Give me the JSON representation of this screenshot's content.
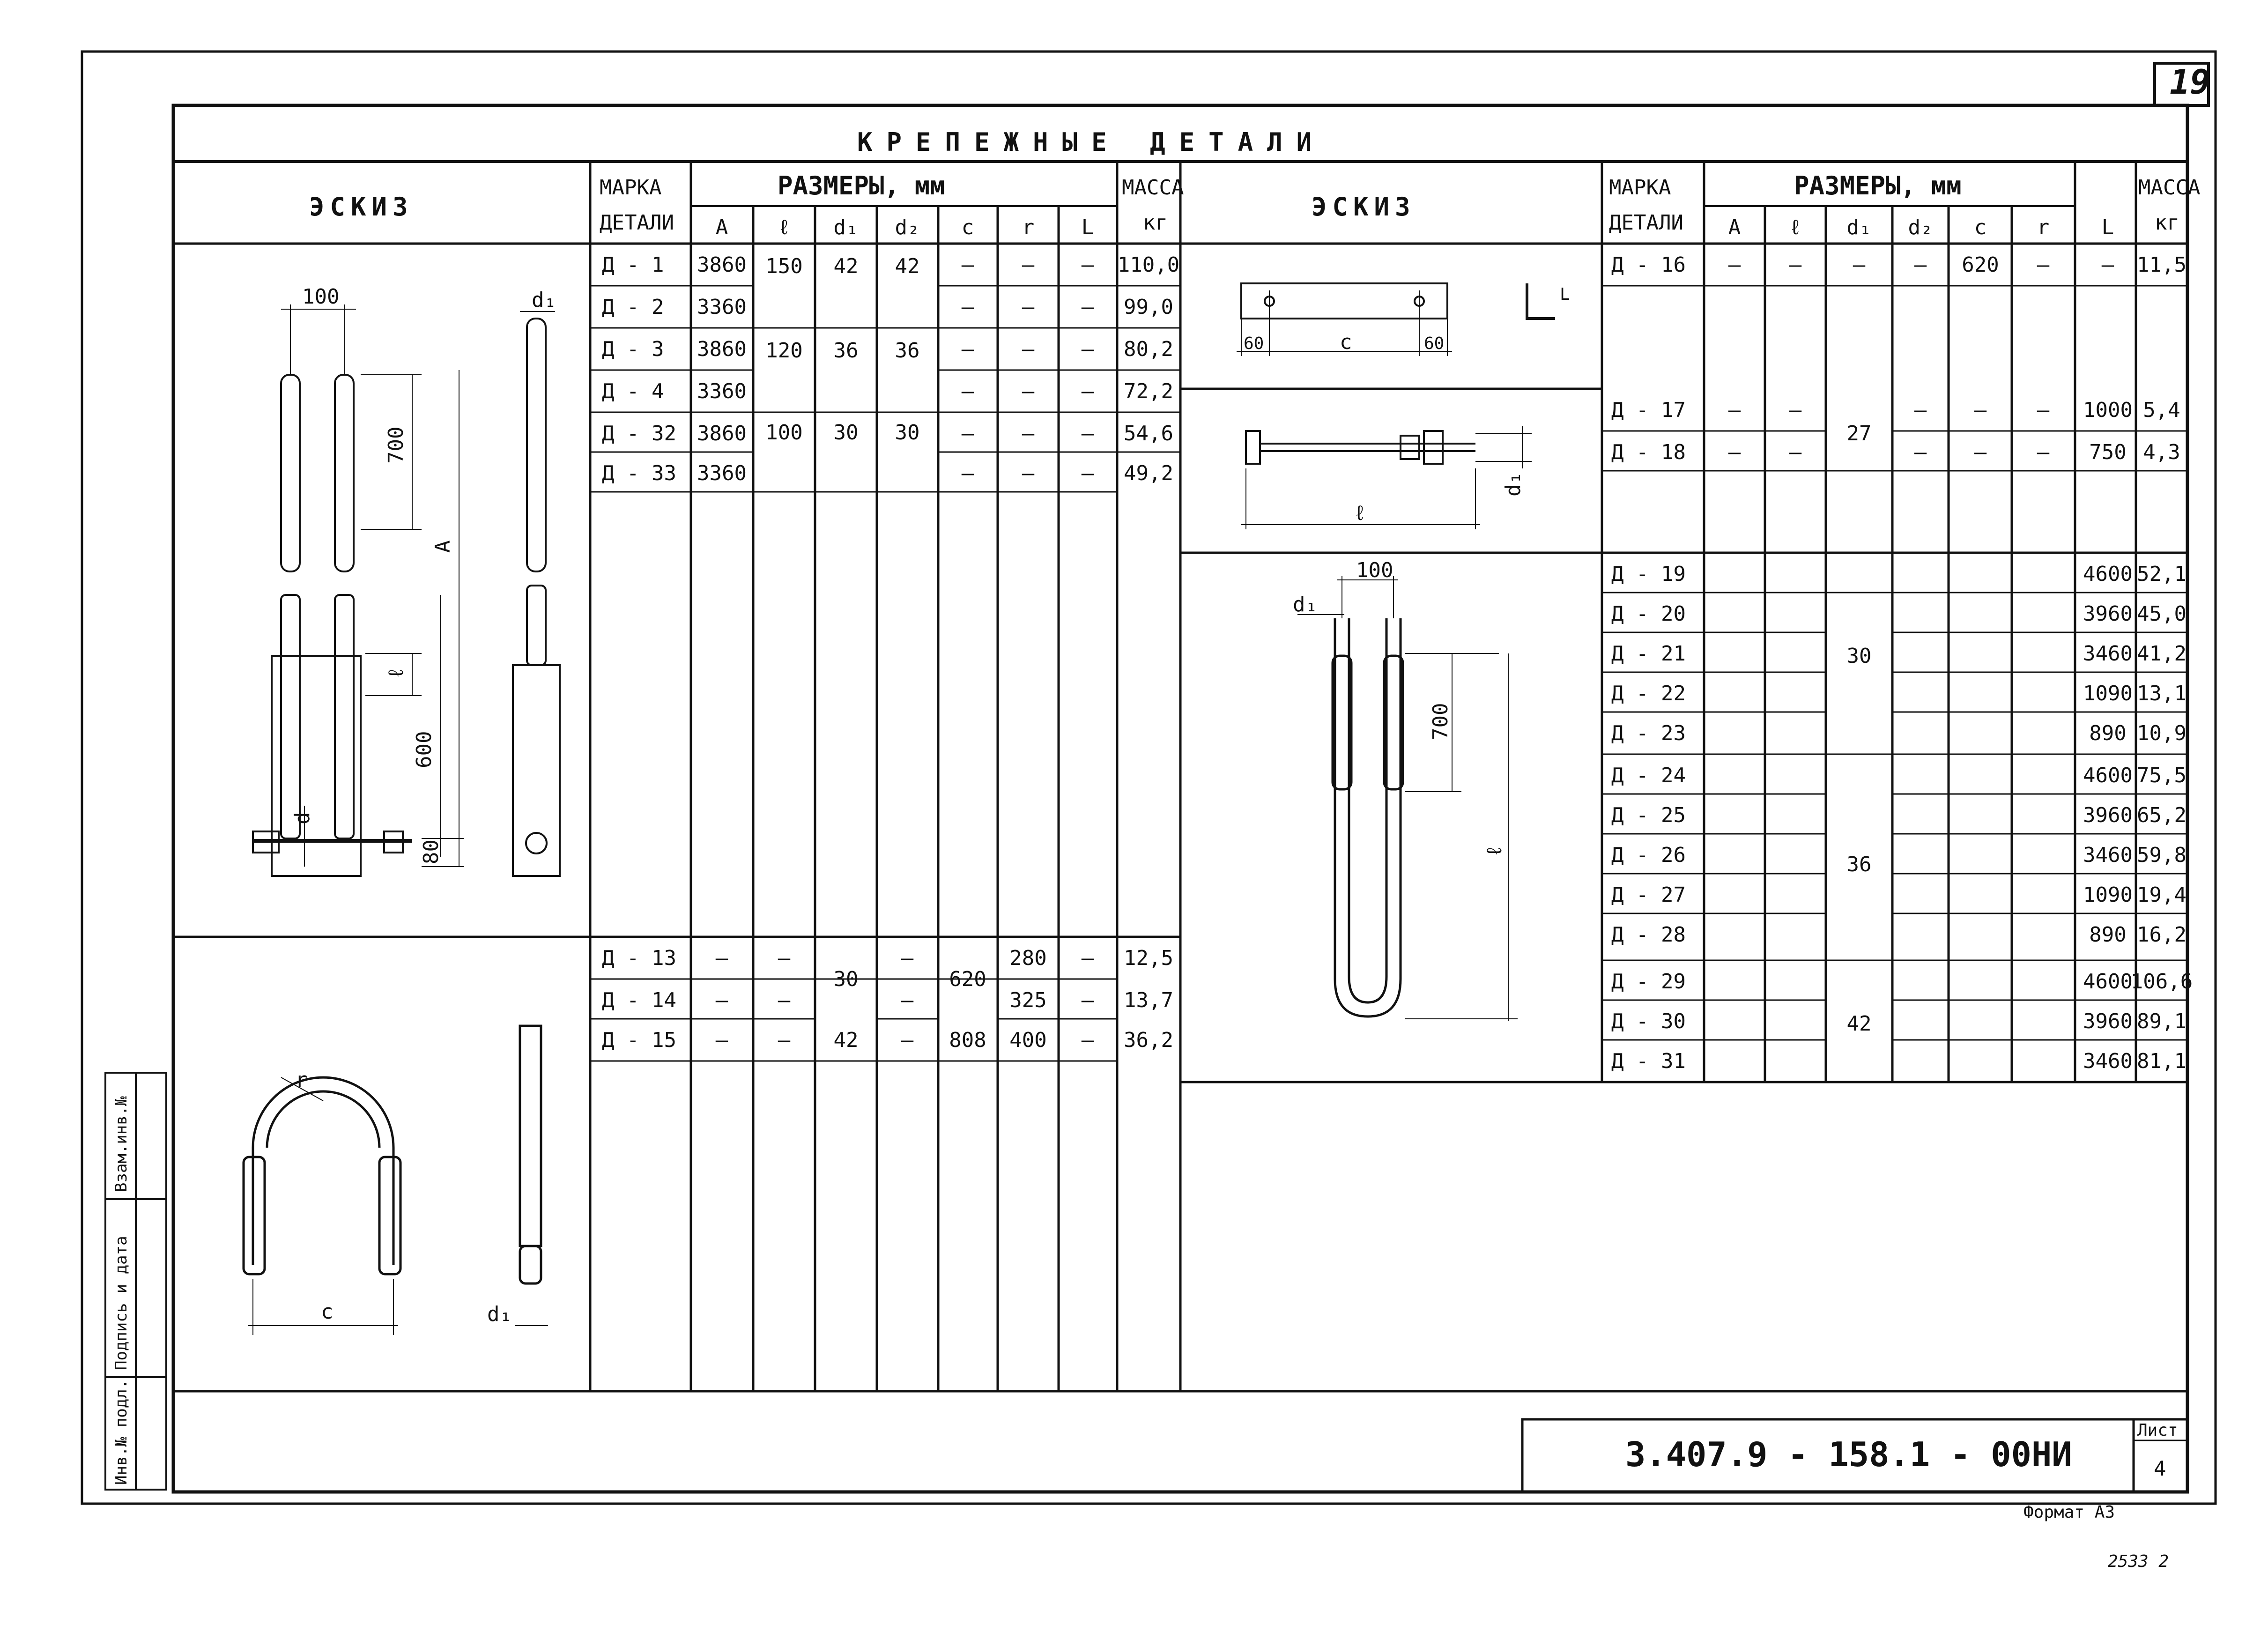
{
  "page": {
    "sheet_no": "19",
    "title": "КРЕПЕЖНЫЕ ДЕТАЛИ",
    "code": "3.407.9 - 158.1 - 00НИ",
    "list_label": "Лист",
    "list_no": "4",
    "format": "Формат А3",
    "footer_num": "2533 2"
  },
  "left_header": {
    "sketch": "ЭСКИЗ",
    "mark1": "МАРКА",
    "mark2": "ДЕТАЛИ",
    "sizes": "РАЗМЕРЫ, мм",
    "mass1": "МАССА",
    "mass2": "кг",
    "cols": [
      "A",
      "ℓ",
      "d₁",
      "d₂",
      "c",
      "r",
      "L"
    ]
  },
  "right_header": {
    "sketch": "ЭСКИЗ",
    "mark1": "МАРКА",
    "mark2": "ДЕТАЛИ",
    "sizes": "РАЗМЕРЫ, мм",
    "mass1": "МАССА",
    "mass2": "кг",
    "cols": [
      "A",
      "ℓ",
      "d₁",
      "d₂",
      "c",
      "r",
      "L"
    ]
  },
  "left_rows_a": [
    {
      "mark": "Д - 1",
      "A": "3860",
      "c": "—",
      "r": "—",
      "L": "—",
      "mass": "110,0"
    },
    {
      "mark": "Д - 2",
      "A": "3360",
      "c": "—",
      "r": "—",
      "L": "—",
      "mass": "99,0"
    },
    {
      "mark": "Д - 3",
      "A": "3860",
      "c": "—",
      "r": "—",
      "L": "—",
      "mass": "80,2"
    },
    {
      "mark": "Д - 4",
      "A": "3360",
      "c": "—",
      "r": "—",
      "L": "—",
      "mass": "72,2"
    },
    {
      "mark": "Д - 32",
      "A": "3860",
      "c": "—",
      "r": "—",
      "L": "—",
      "mass": "54,6"
    },
    {
      "mark": "Д - 33",
      "A": "3360",
      "c": "—",
      "r": "—",
      "L": "—",
      "mass": "49,2"
    }
  ],
  "left_groups_a": [
    {
      "l": "150",
      "d1": "42",
      "d2": "42"
    },
    {
      "l": "120",
      "d1": "36",
      "d2": "36"
    },
    {
      "l": "100",
      "d1": "30",
      "d2": "30"
    }
  ],
  "left_rows_b": [
    {
      "mark": "Д - 13",
      "A": "—",
      "l": "—",
      "d2": "—",
      "r": "280",
      "L": "—",
      "mass": "12,5"
    },
    {
      "mark": "Д - 14",
      "A": "—",
      "l": "—",
      "d2": "—",
      "r": "325",
      "L": "—",
      "mass": "13,7"
    },
    {
      "mark": "Д - 15",
      "A": "—",
      "l": "—",
      "d1": "42",
      "d2": "—",
      "c": "808",
      "r": "400",
      "L": "—",
      "mass": "36,2"
    }
  ],
  "left_groups_b": {
    "d1": "30",
    "c": "620"
  },
  "right_rows_a": [
    {
      "mark": "Д - 16",
      "A": "—",
      "l": "—",
      "d1": "—",
      "d2": "—",
      "c": "620",
      "r": "—",
      "L": "—",
      "mass": "11,5"
    }
  ],
  "right_rows_b": [
    {
      "mark": "Д - 17",
      "A": "—",
      "l": "—",
      "d2": "—",
      "c": "—",
      "r": "—",
      "L": "1000",
      "mass": "5,4"
    },
    {
      "mark": "Д - 18",
      "A": "—",
      "l": "—",
      "d2": "—",
      "c": "—",
      "r": "—",
      "L": "750",
      "mass": "4,3"
    }
  ],
  "right_groups_b": {
    "d1": "27"
  },
  "right_rows_c": [
    {
      "mark": "Д - 19",
      "L": "4600",
      "mass": "52,1"
    },
    {
      "mark": "Д - 20",
      "L": "3960",
      "mass": "45,0"
    },
    {
      "mark": "Д - 21",
      "L": "3460",
      "mass": "41,2"
    },
    {
      "mark": "Д - 22",
      "L": "1090",
      "mass": "13,1"
    },
    {
      "mark": "Д - 23",
      "L": "890",
      "mass": "10,9"
    },
    {
      "mark": "Д - 24",
      "L": "4600",
      "mass": "75,5"
    },
    {
      "mark": "Д - 25",
      "L": "3960",
      "mass": "65,2"
    },
    {
      "mark": "Д - 26",
      "L": "3460",
      "mass": "59,8"
    },
    {
      "mark": "Д - 27",
      "L": "1090",
      "mass": "19,4"
    },
    {
      "mark": "Д - 28",
      "L": "890",
      "mass": "16,2"
    },
    {
      "mark": "Д - 29",
      "L": "4600",
      "mass": "106,6"
    },
    {
      "mark": "Д - 30",
      "L": "3960",
      "mass": "89,1"
    },
    {
      "mark": "Д - 31",
      "L": "3460",
      "mass": "81,1"
    }
  ],
  "right_groups_c": [
    "30",
    "36",
    "42"
  ],
  "sketch_labels": {
    "s1_100": "100",
    "s1_700": "700",
    "s1_A": "A",
    "s1_l": "ℓ",
    "s1_600": "600",
    "s1_d": "d",
    "s1_80": "80",
    "s1_d1": "d₁",
    "s2_60a": "60",
    "s2_c": "c",
    "s2_60b": "60",
    "s2_angle": "L",
    "s3_d1": "d₁",
    "s3_l": "ℓ",
    "s4_100": "100",
    "s4_d1": "d₁",
    "s4_700": "700",
    "s4_l": "ℓ",
    "s5_r": "r",
    "s5_c": "c",
    "s5_d1": "d₁"
  },
  "side_stamp": [
    "Инв.№ подл.",
    "Подпись и дата",
    "Взам.инв.№"
  ]
}
